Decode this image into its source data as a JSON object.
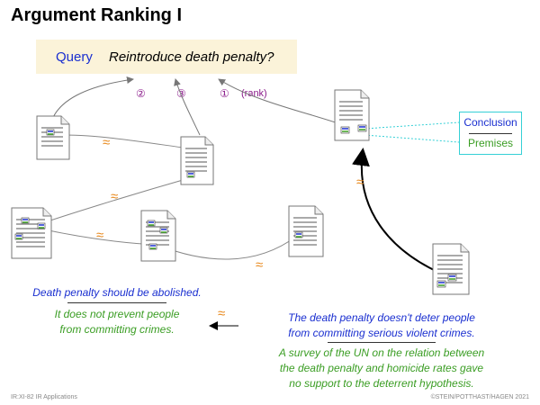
{
  "title": "Argument Ranking I",
  "query": {
    "label": "Query",
    "text": "Reintroduce death penalty?"
  },
  "ranks": {
    "r1": "①",
    "r2": "②",
    "r3": "③",
    "rank_label": "(rank)"
  },
  "legend": {
    "conclusion": "Conclusion",
    "premises": "Premises"
  },
  "approx_symbol": "≈",
  "left_argument": {
    "conclusion": "Death penalty should be abolished.",
    "premise_line1": "It does not prevent people",
    "premise_line2": "from committing crimes."
  },
  "right_argument": {
    "conclusion_line1": "The death penalty doesn't deter people",
    "conclusion_line2": "from committing serious violent crimes.",
    "premise_line1": "A survey of the UN on the relation between",
    "premise_line2": "the death penalty and homicide rates gave",
    "premise_line3": "no support to the deterrent hypothesis."
  },
  "footer": {
    "left": "IR:XI-82   IR Applications",
    "right": "©STEIN/POTTHAST/HAGEN 2021"
  },
  "colors": {
    "query_bg": "#fbf3d9",
    "conclusion_blue": "#1a2fd0",
    "premise_green": "#3a9d23",
    "approx_orange": "#e8891d",
    "rank_purple": "#8a1a8a",
    "legend_border": "#35d0d6"
  }
}
